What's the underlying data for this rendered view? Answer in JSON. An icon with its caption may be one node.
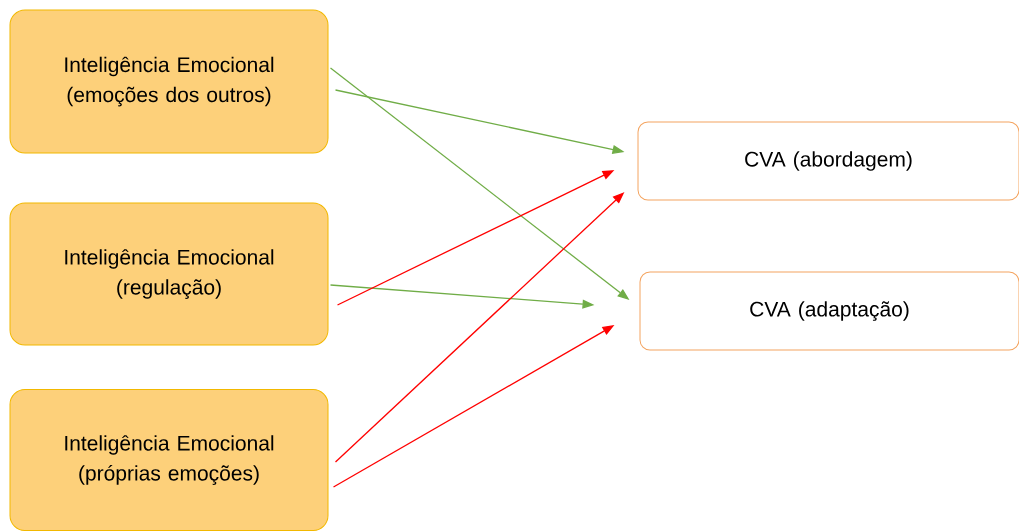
{
  "diagram": {
    "nodes": [
      {
        "text": [
          "Inteligência Emocional (emoções dos outros)"
        ]
      },
      {
        "text": [
          "Inteligência Emocional (regulação)"
        ]
      },
      {
        "text": [
          "Inteligência Emocional (próprias emoções)"
        ]
      },
      {
        "text": [
          "CVA (abordagem)"
        ]
      },
      {
        "text": [
          "CVA (adaptação)"
        ]
      }
    ],
    "edges": [
      {
        "from": 0,
        "to": 3,
        "arrow": "to",
        "color": "#70ad47"
      },
      {
        "from": 0,
        "to": 4,
        "arrow": "to",
        "color": "#70ad47"
      },
      {
        "from": 1,
        "to": 4,
        "arrow": "to",
        "color": "#70ad47"
      },
      {
        "from": 1,
        "to": 3,
        "arrow": "to",
        "color": "#ff0000"
      },
      {
        "from": 2,
        "to": 3,
        "arrow": "to",
        "color": "#ff0000"
      },
      {
        "from": 2,
        "to": 4,
        "arrow": "to",
        "color": "#ff0000"
      }
    ]
  }
}
